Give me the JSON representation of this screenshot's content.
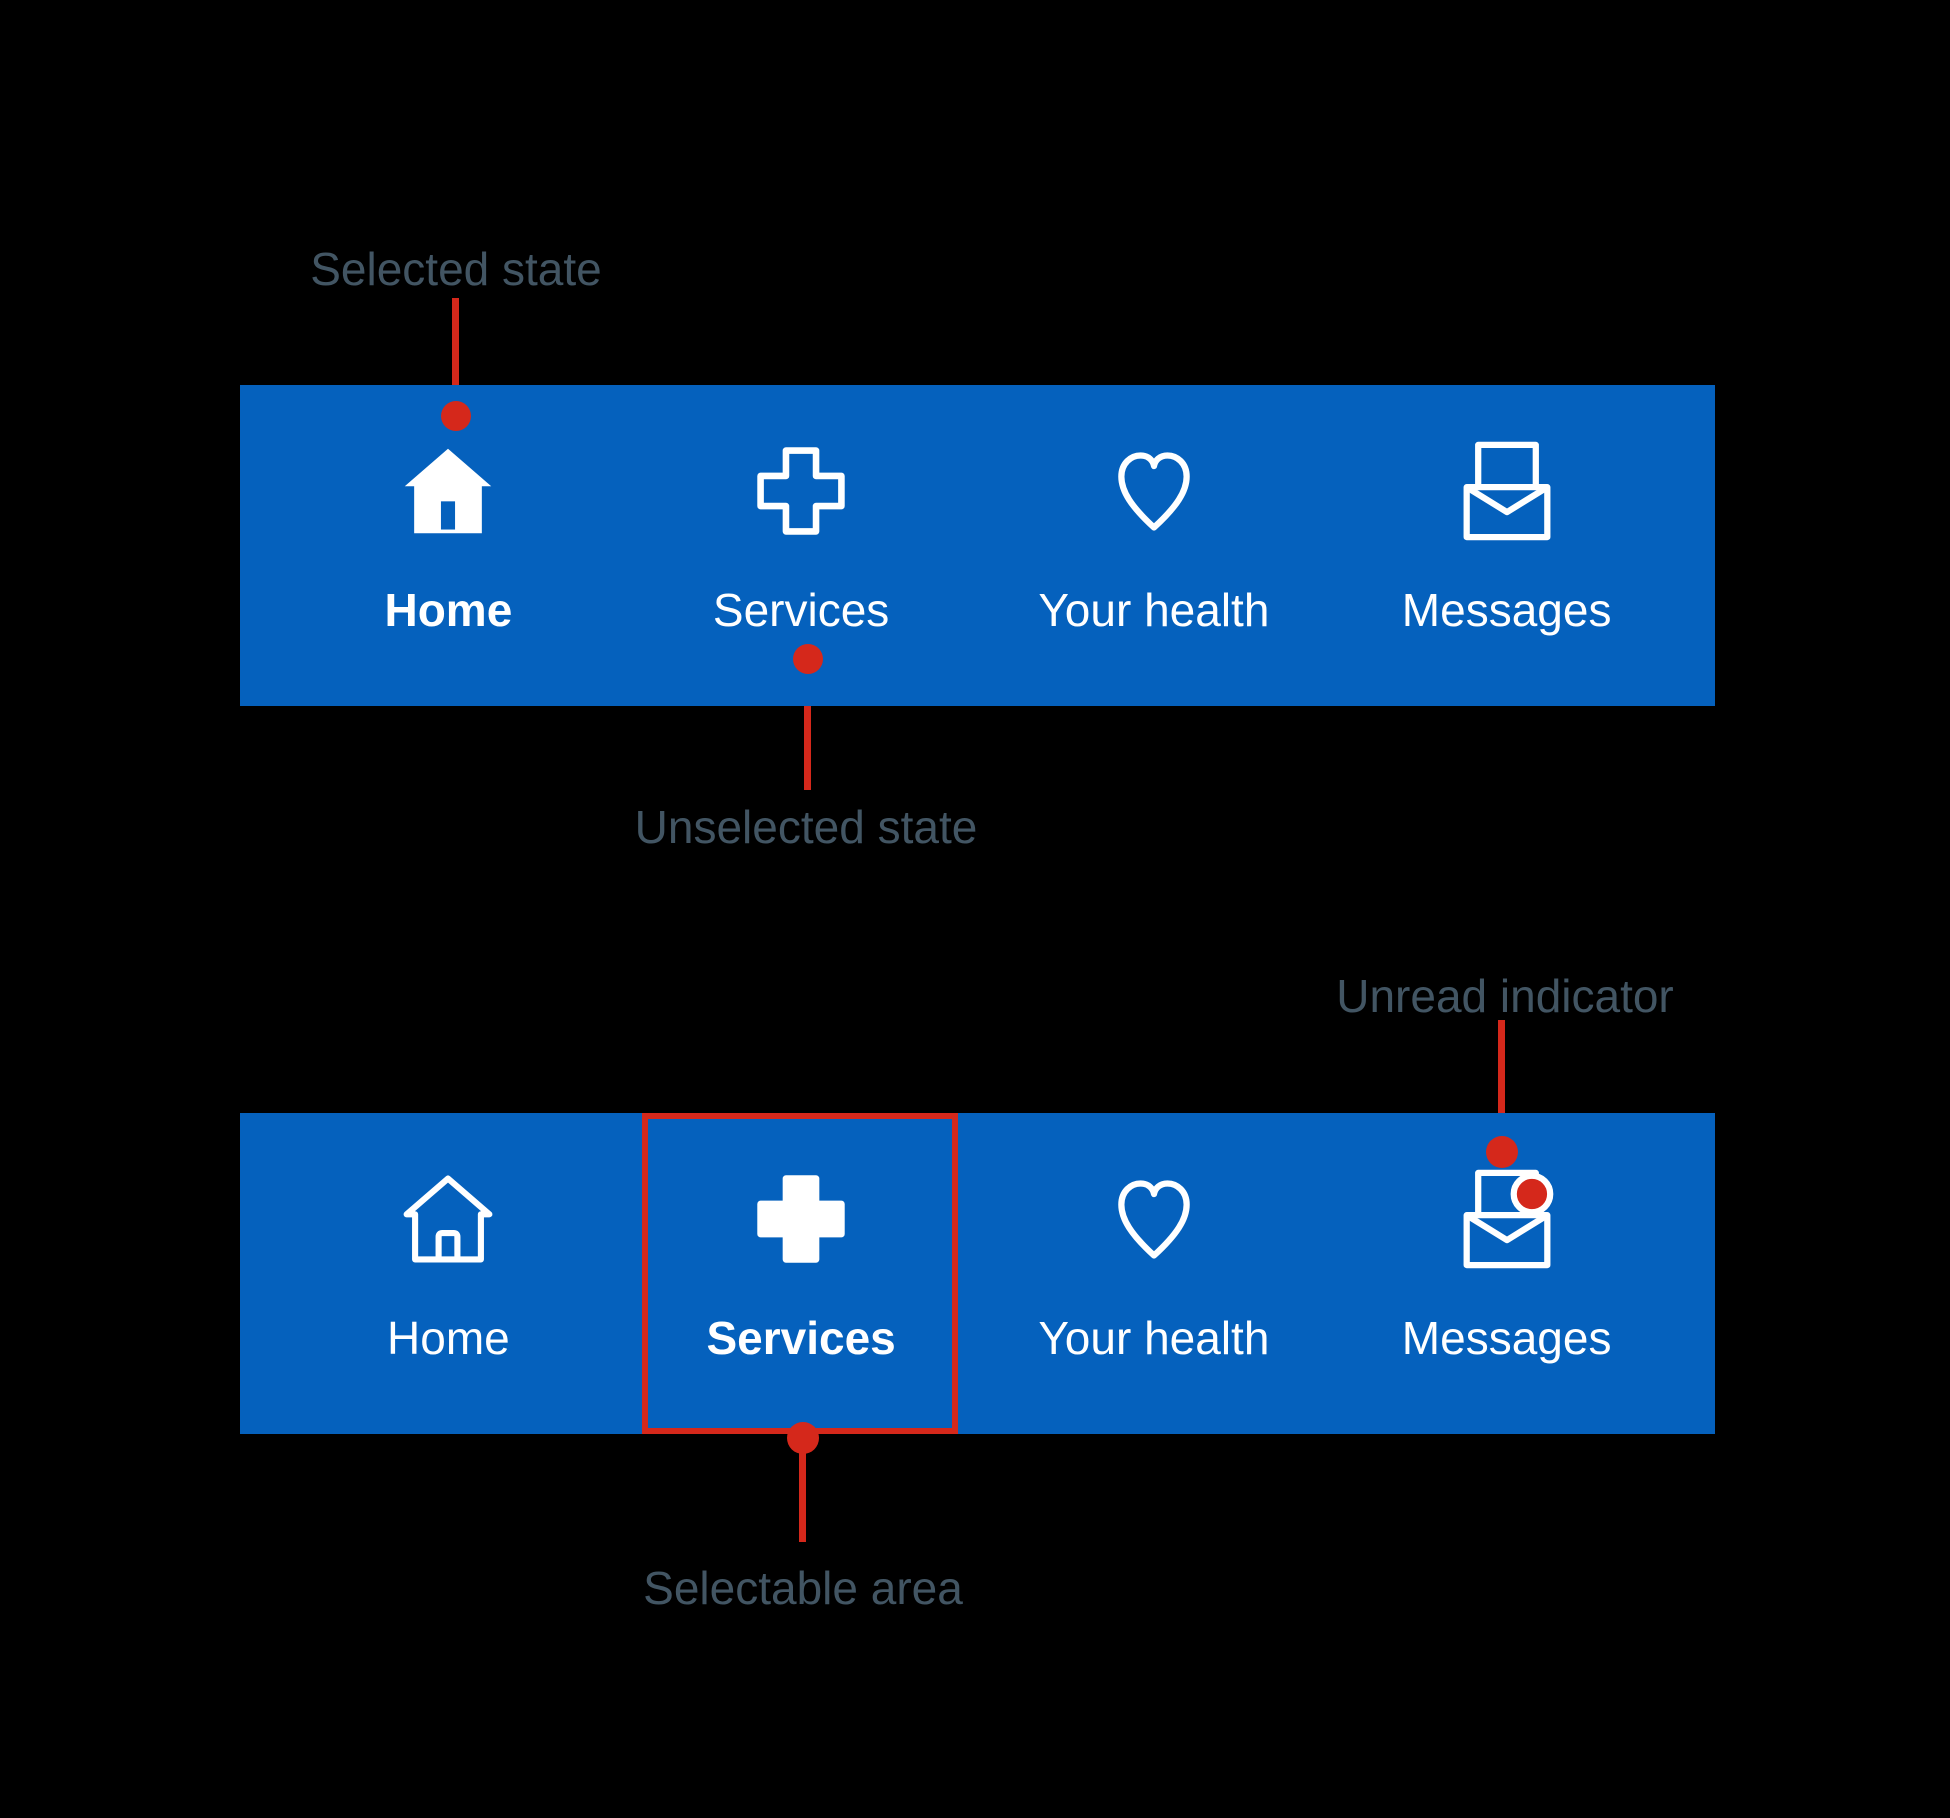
{
  "colors": {
    "background": "#000000",
    "bar_blue": "#0561bd",
    "accent_red": "#d5281b",
    "annotation_gray": "#425563",
    "icon_white": "#ffffff"
  },
  "annotations": {
    "selected_state": "Selected state",
    "unselected_state": "Unselected state",
    "unread_indicator": "Unread indicator",
    "selectable_area": "Selectable area"
  },
  "nav_top": {
    "items": [
      {
        "label": "Home",
        "icon": "home-filled-icon",
        "selected": true,
        "unread": false
      },
      {
        "label": "Services",
        "icon": "medical-cross-outline-icon",
        "selected": false,
        "unread": false
      },
      {
        "label": "Your health",
        "icon": "heart-outline-icon",
        "selected": false,
        "unread": false
      },
      {
        "label": "Messages",
        "icon": "envelope-outline-icon",
        "selected": false,
        "unread": false
      }
    ]
  },
  "nav_bottom": {
    "items": [
      {
        "label": "Home",
        "icon": "home-outline-icon",
        "selected": false,
        "unread": false
      },
      {
        "label": "Services",
        "icon": "medical-cross-filled-icon",
        "selected": true,
        "unread": false
      },
      {
        "label": "Your health",
        "icon": "heart-outline-icon",
        "selected": false,
        "unread": false
      },
      {
        "label": "Messages",
        "icon": "envelope-unread-icon",
        "selected": false,
        "unread": true
      }
    ]
  }
}
